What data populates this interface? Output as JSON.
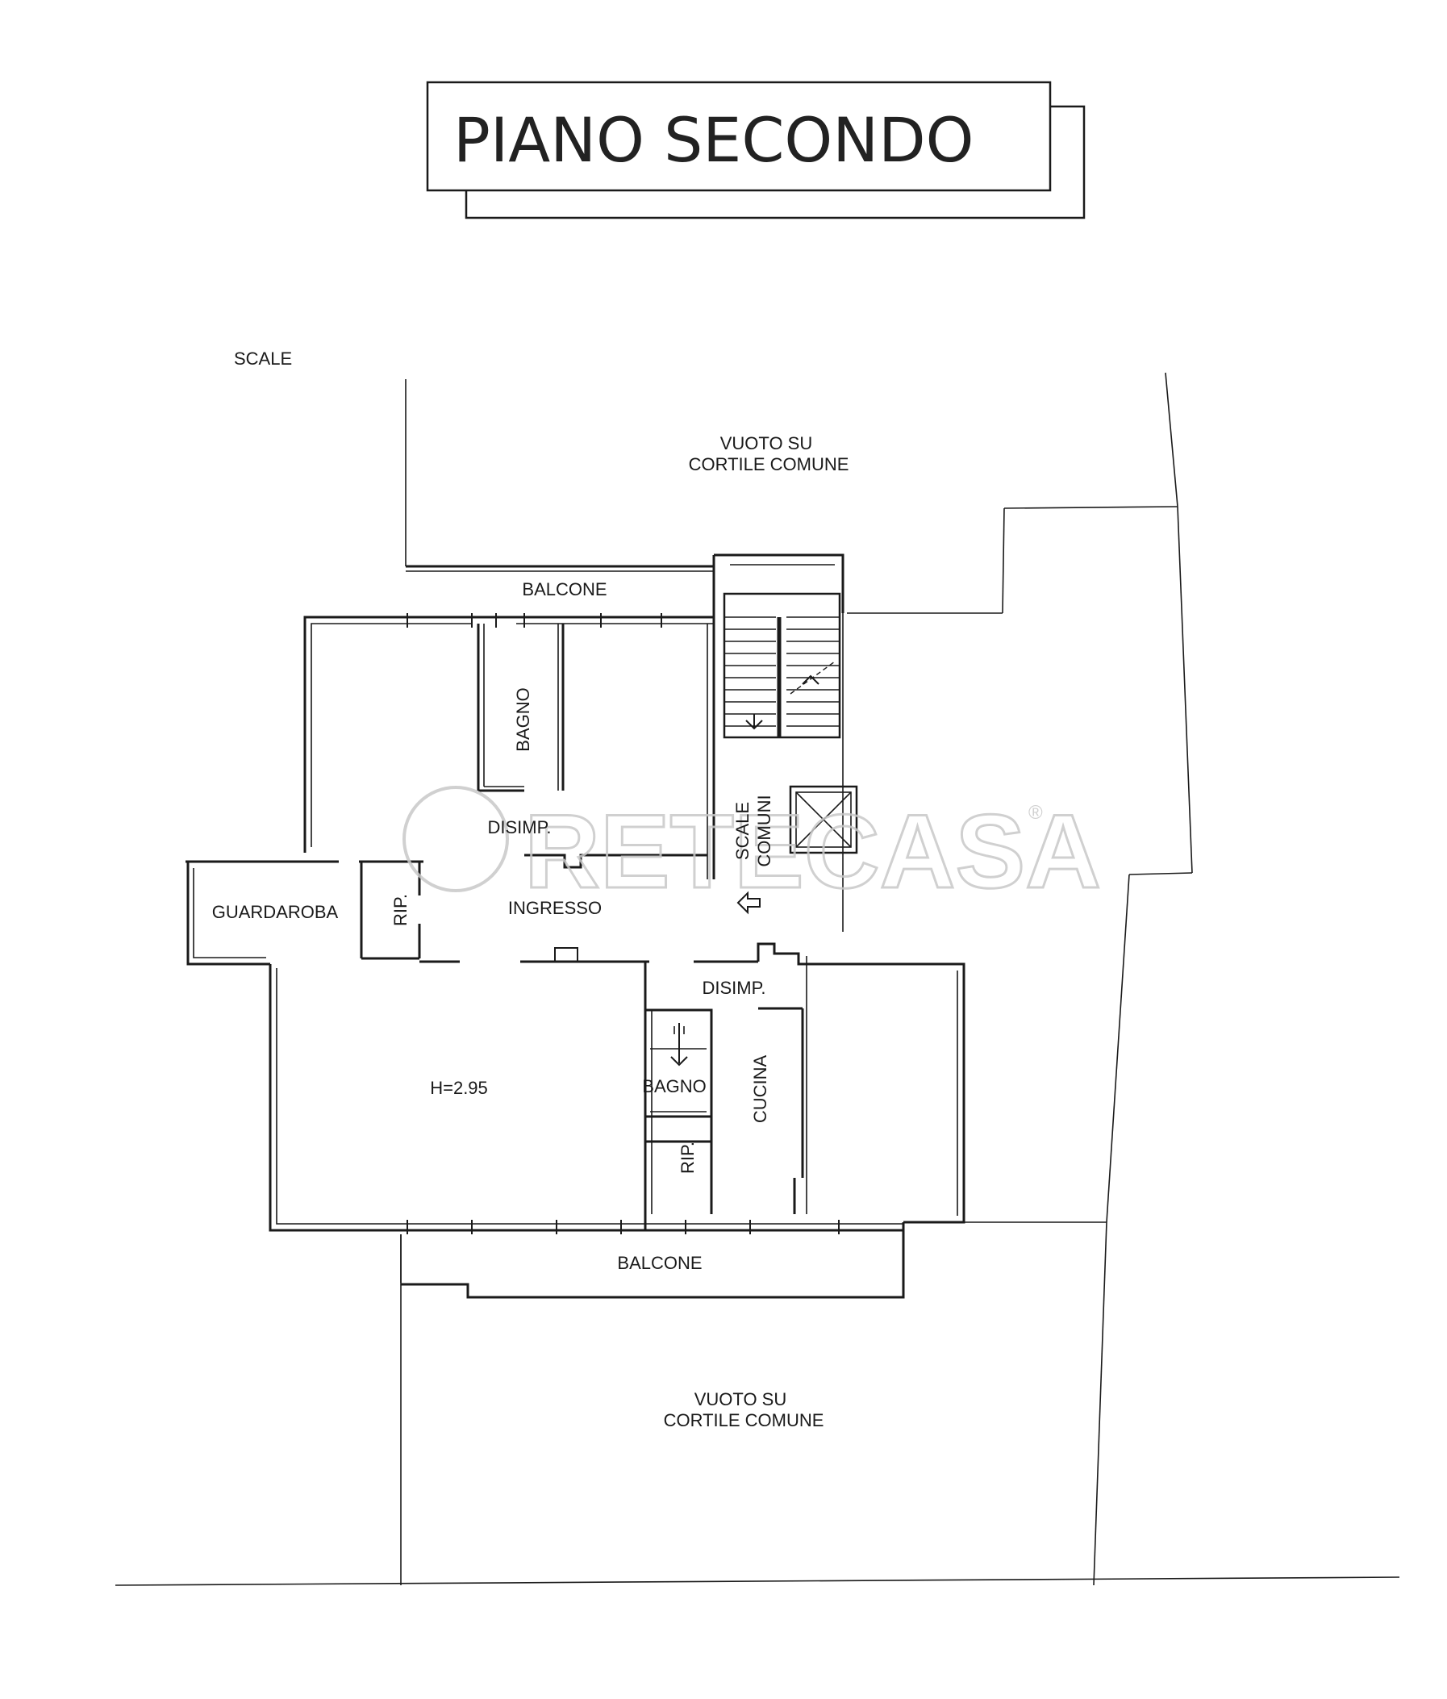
{
  "title": "PIANO SECONDO",
  "watermark": {
    "brand": "RETECASA",
    "registered": "®",
    "brand_color": "#c8c8c8"
  },
  "labels": {
    "scale_corner": "SCALE",
    "vuoto_top_1": "VUOTO SU",
    "vuoto_top_2": "CORTILE COMUNE",
    "balcone_top": "BALCONE",
    "bagno_top": "BAGNO",
    "disimp_top": "DISIMP.",
    "scale_comuni_1": "SCALE",
    "scale_comuni_2": "COMUNI",
    "guardaroba": "GUARDAROBA",
    "rip_left": "RIP.",
    "ingresso": "INGRESSO",
    "disimp_bottom": "DISIMP.",
    "height": "H=2.95",
    "bagno_bottom": "BAGNO",
    "cucina": "CUCINA",
    "rip_bottom": "RIP.",
    "balcone_bottom": "BALCONE",
    "vuoto_bottom_1": "VUOTO SU",
    "vuoto_bottom_2": "CORTILE COMUNE"
  },
  "colors": {
    "line": "#1a1a1a",
    "paper": "#ffffff"
  }
}
